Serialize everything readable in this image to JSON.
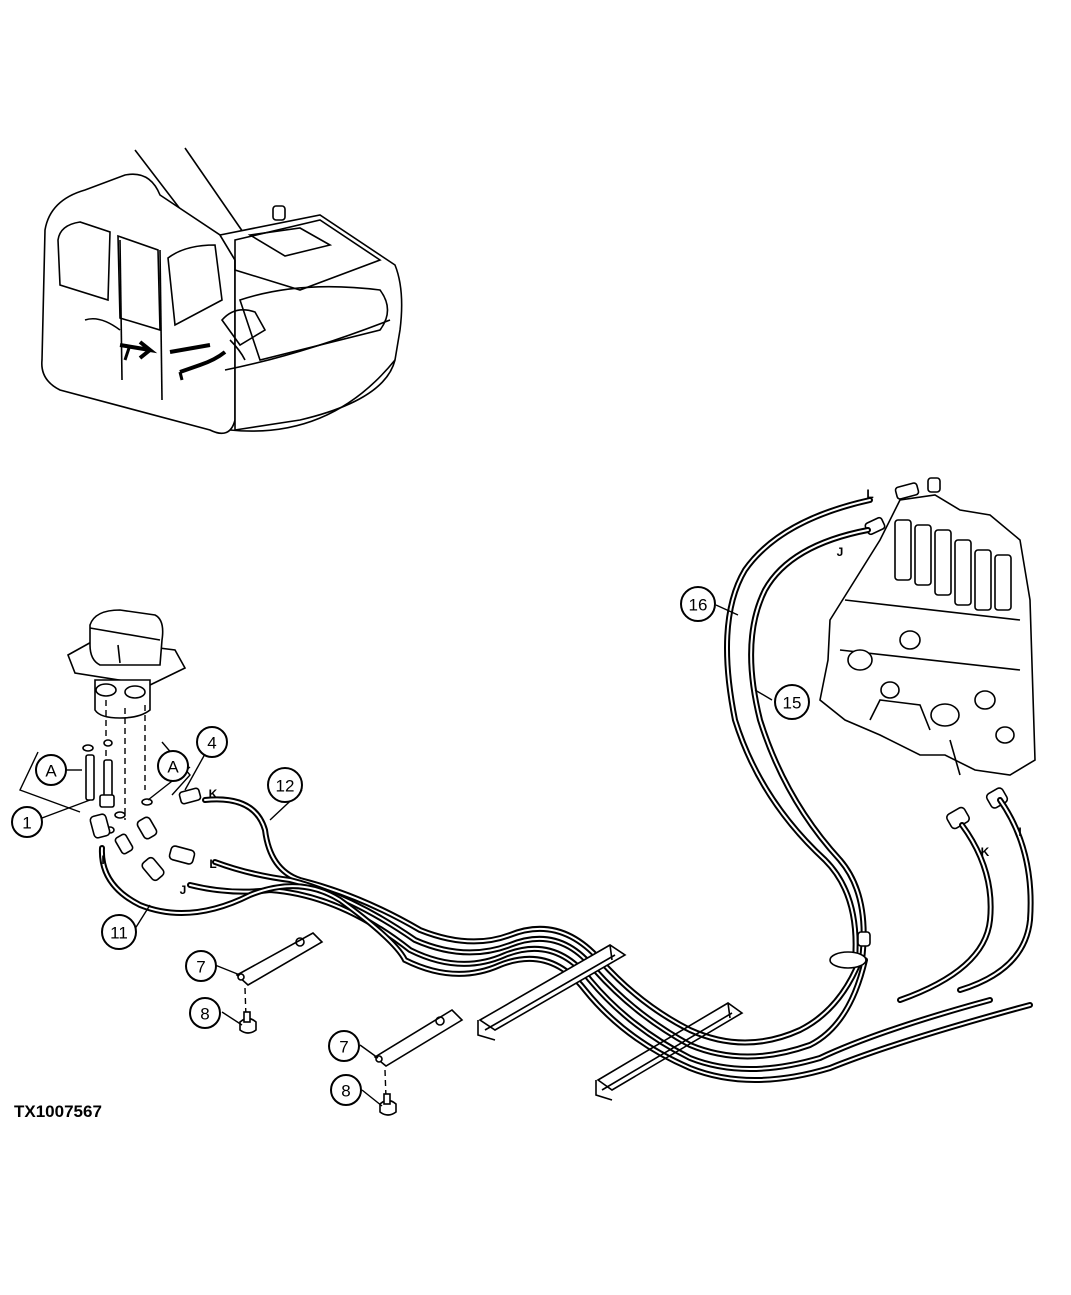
{
  "figure_id": "TX1007567",
  "callouts": {
    "c1": "1",
    "c4": "4",
    "c7a": "7",
    "c7b": "7",
    "c8a": "8",
    "c8b": "8",
    "c11": "11",
    "c12": "12",
    "c15": "15",
    "c16": "16",
    "cA1": "A",
    "cA2": "A"
  },
  "port_letters": {
    "k_left": "K",
    "l_left": "L",
    "j_left": "J",
    "i_left": "I",
    "l_right": "L",
    "j_right": "J",
    "k_right": "K",
    "i_right": "I"
  }
}
